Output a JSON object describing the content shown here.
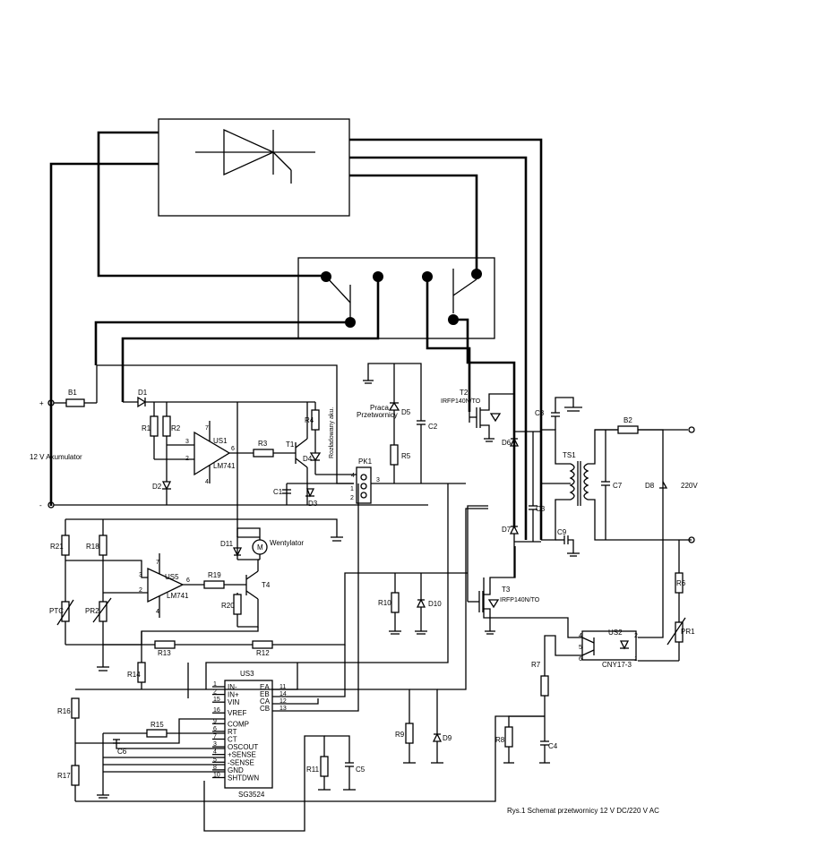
{
  "caption": "Rys.1  Schemat przetwornicy 12 V DC/220 V AC",
  "battery": {
    "label": "12 V  Akumulator",
    "plus": "+",
    "minus": "-"
  },
  "fuse_in": "B1",
  "fuse_out": "B2",
  "output_voltage": "220V",
  "led_work_label": [
    "Praca",
    "Przetwornicy"
  ],
  "led_overload_label": "Rozładowany aku.",
  "fan_label": "Wentylator",
  "fan_symbol": "M",
  "chip_us1": {
    "name": "US1",
    "part": "LM741"
  },
  "chip_us5": {
    "name": "US5",
    "part": "LM741"
  },
  "chip_us3": {
    "name": "US3",
    "part": "SG3524",
    "left_pins": [
      {
        "num": "1",
        "name": "IN-"
      },
      {
        "num": "2",
        "name": "IN+"
      },
      {
        "num": "15",
        "name": "VIN"
      },
      {
        "num": "16",
        "name": "VREF"
      },
      {
        "num": "9",
        "name": "COMP"
      },
      {
        "num": "6",
        "name": "RT"
      },
      {
        "num": "7",
        "name": "CT"
      },
      {
        "num": "3",
        "name": "OSCOUT"
      },
      {
        "num": "4",
        "name": "+SENSE"
      },
      {
        "num": "5",
        "name": "-SENSE"
      },
      {
        "num": "8",
        "name": "GND"
      },
      {
        "num": "10",
        "name": "SHTDWN"
      }
    ],
    "right_pins": [
      {
        "num": "11",
        "name": "EA"
      },
      {
        "num": "14",
        "name": "EB"
      },
      {
        "num": "12",
        "name": "CA"
      },
      {
        "num": "13",
        "name": "CB"
      }
    ]
  },
  "optocoupler": {
    "name": "US2",
    "part": "CNY17-3",
    "pins": [
      "4",
      "5",
      "6",
      "2",
      "1"
    ]
  },
  "transistors": {
    "t1": "T1",
    "t4": "T4",
    "t2": {
      "name": "T2",
      "part": "IRFP140N/TO"
    },
    "t3": {
      "name": "T3",
      "part": "IRFP140N/TO"
    }
  },
  "transformer": "TS1",
  "relay": {
    "name": "PK1",
    "pins": [
      "4",
      "1",
      "2",
      "3"
    ]
  },
  "labels": {
    "D1": "D1",
    "D2": "D2",
    "D3": "D3",
    "D4": "D4",
    "D5": "D5",
    "D6": "D6",
    "D7": "D7",
    "D8": "D8",
    "D9": "D9",
    "D10": "D10",
    "D11": "D11",
    "R1": "R1",
    "R2": "R2",
    "R3": "R3",
    "R4": "R4",
    "R5": "R5",
    "R6": "R6",
    "R7": "R7",
    "R8": "R8",
    "R9": "R9",
    "R10": "R10",
    "R11": "R11",
    "R12": "R12",
    "R13": "R13",
    "R14": "R14",
    "R15": "R15",
    "R16": "R16",
    "R17": "R17",
    "R18": "R18",
    "R19": "R19",
    "R20": "R20",
    "R21": "R21",
    "C1": "C1",
    "C2": "C2",
    "C3": "C3",
    "C4": "C4",
    "C5": "C5",
    "C6": "C6",
    "C7": "C7",
    "C8": "C8",
    "C9": "C9",
    "PTC": "PTC",
    "PR1": "PR1",
    "PR2": "PR2"
  },
  "opamp_pins": {
    "us1": [
      "7",
      "3",
      "2",
      "4",
      "6"
    ],
    "us5": [
      "7",
      "3",
      "2",
      "4",
      "6"
    ]
  }
}
